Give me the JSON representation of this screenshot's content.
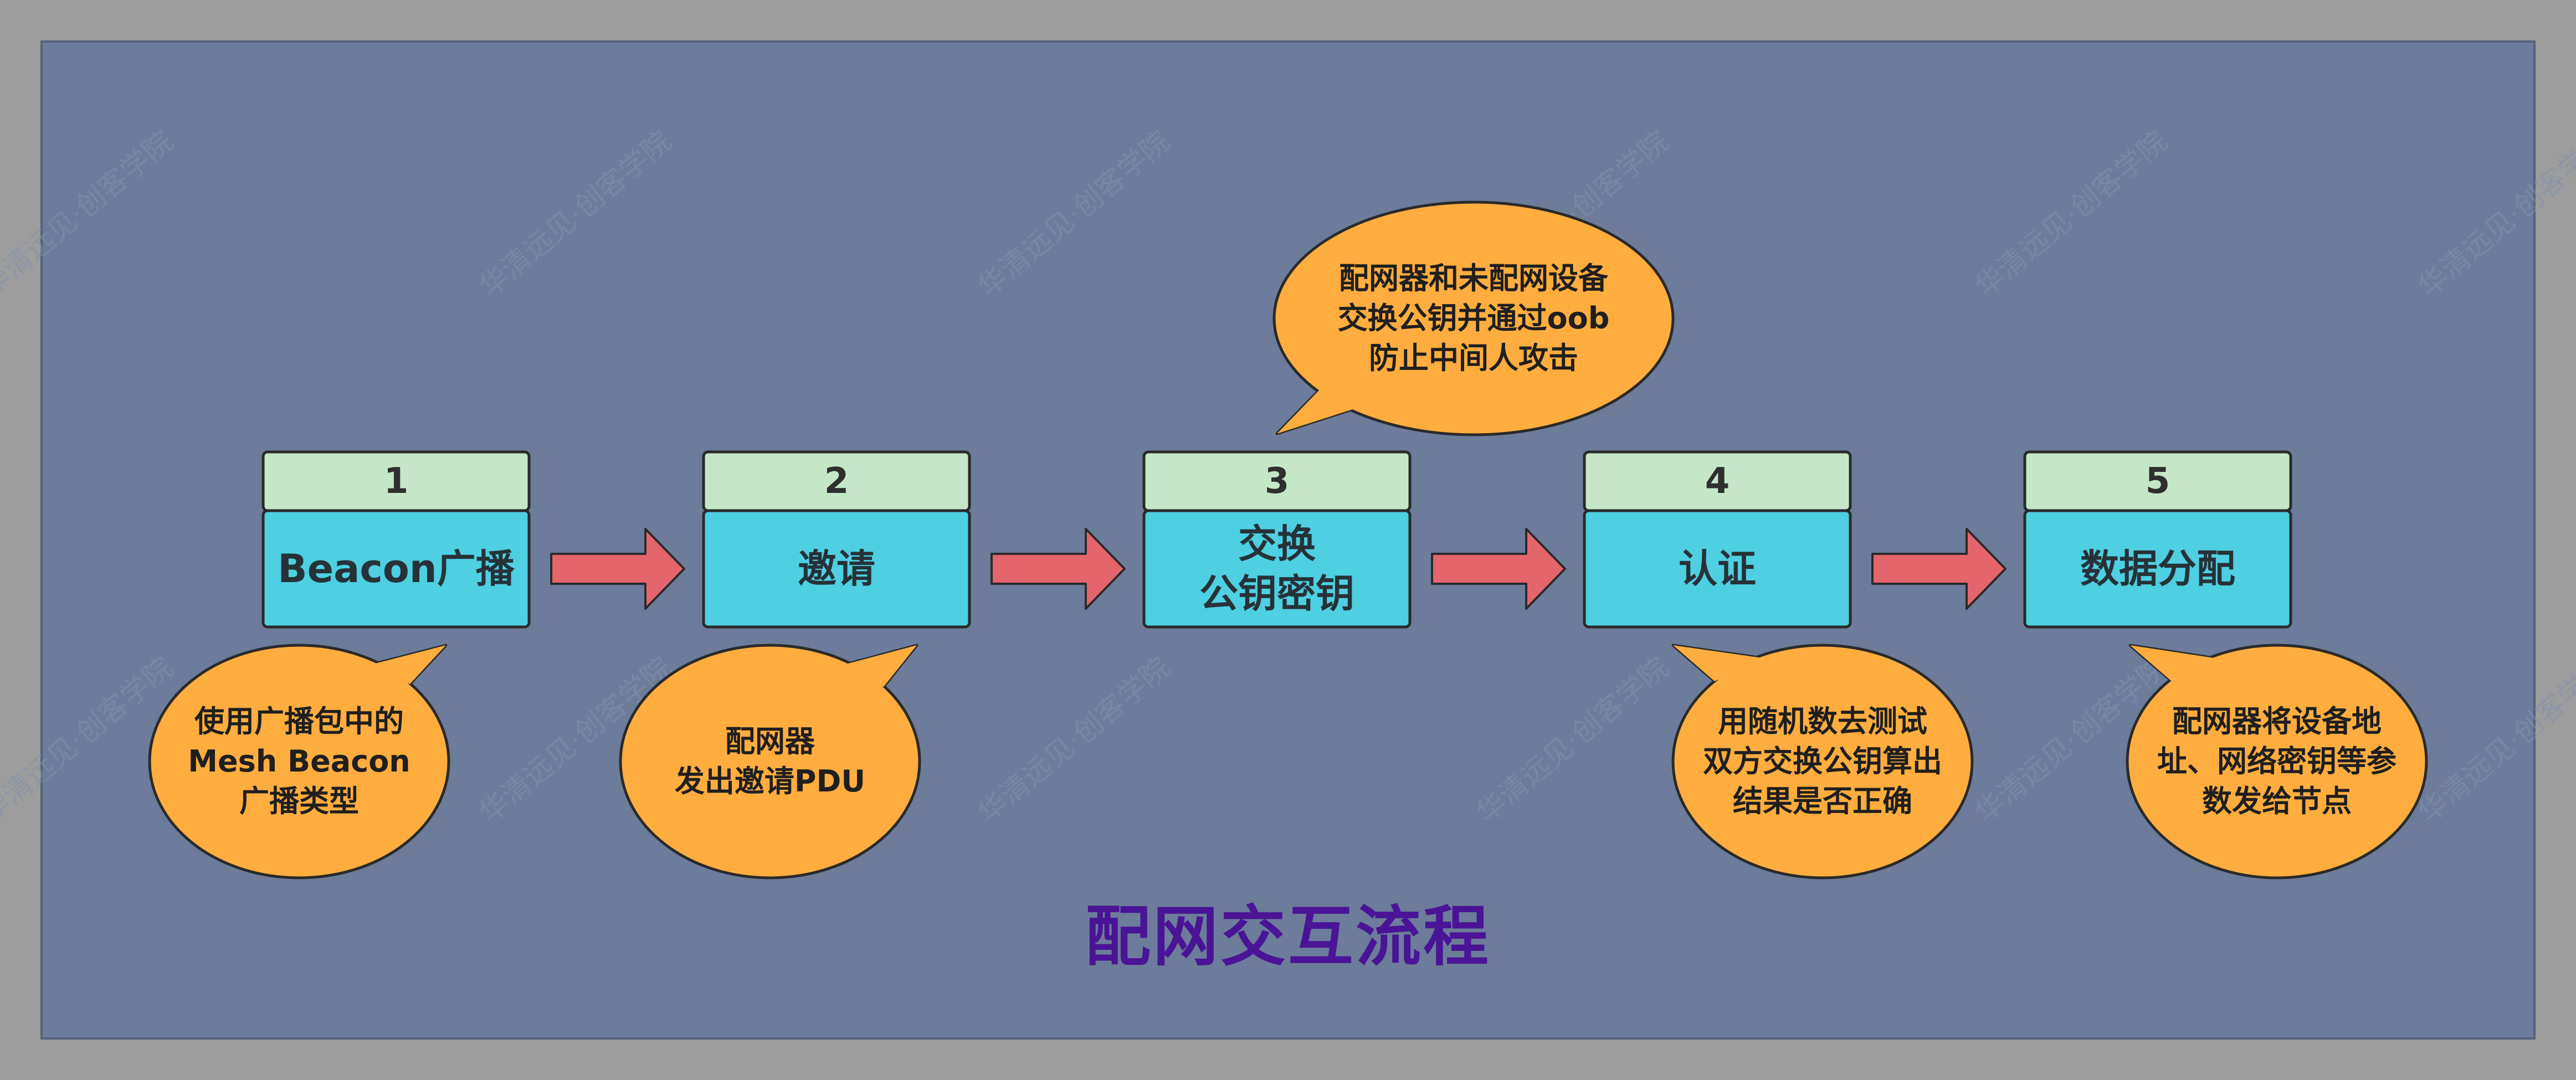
{
  "title": "配网交互流程",
  "watermark": "华清远见·创客学院",
  "colors": {
    "background": "#9d9d9d",
    "panel": "#6c7c9a",
    "number_box": "#c5e7c8",
    "step_box": "#4ecfe2",
    "bubble": "#ffad3f",
    "arrow": "#e5656c",
    "title": "#4a1496"
  },
  "steps": [
    {
      "number": "1",
      "lines": [
        "Beacon广播"
      ]
    },
    {
      "number": "2",
      "lines": [
        "邀请"
      ]
    },
    {
      "number": "3",
      "lines": [
        "交换",
        "公钥密钥"
      ]
    },
    {
      "number": "4",
      "lines": [
        "认证"
      ]
    },
    {
      "number": "5",
      "lines": [
        "数据分配"
      ]
    }
  ],
  "bubbles": [
    {
      "step": "1",
      "lines": [
        "使用广播包中的",
        "Mesh Beacon",
        "广播类型"
      ]
    },
    {
      "step": "2",
      "lines": [
        "配网器",
        "发出邀请PDU"
      ]
    },
    {
      "step": "3",
      "lines": [
        "配网器和未配网设备",
        "交换公钥并通过oob",
        "防止中间人攻击"
      ]
    },
    {
      "step": "4",
      "lines": [
        "用随机数去测试",
        "双方交换公钥算出",
        "结果是否正确"
      ]
    },
    {
      "step": "5",
      "lines": [
        "配网器将设备地",
        "址、网络密钥等参",
        "数发给节点"
      ]
    }
  ]
}
